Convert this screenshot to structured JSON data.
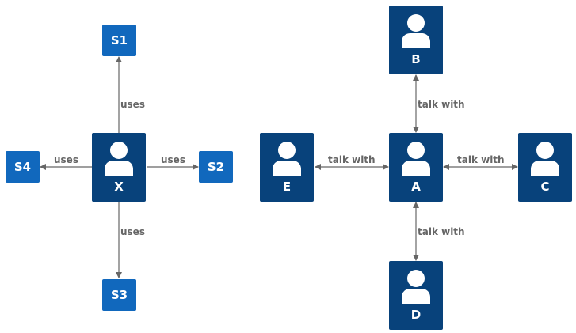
{
  "colors": {
    "person": "#08427b",
    "system": "#1168bd",
    "edge": "#666666",
    "label": "#666666",
    "text": "#ffffff"
  },
  "nodes": {
    "s1": {
      "label": "S1",
      "kind": "system"
    },
    "s2": {
      "label": "S2",
      "kind": "system"
    },
    "s3": {
      "label": "S3",
      "kind": "system"
    },
    "s4": {
      "label": "S4",
      "kind": "system"
    },
    "x": {
      "label": "X",
      "kind": "person",
      "icon": "person-icon"
    },
    "a": {
      "label": "A",
      "kind": "person",
      "icon": "person-icon"
    },
    "b": {
      "label": "B",
      "kind": "person",
      "icon": "person-icon"
    },
    "c": {
      "label": "C",
      "kind": "person",
      "icon": "person-icon"
    },
    "d": {
      "label": "D",
      "kind": "person",
      "icon": "person-icon"
    },
    "e": {
      "label": "E",
      "kind": "person",
      "icon": "person-icon"
    }
  },
  "edges": [
    {
      "from": "x",
      "to": "s1",
      "label": "uses",
      "arrow": "one-way"
    },
    {
      "from": "x",
      "to": "s2",
      "label": "uses",
      "arrow": "one-way"
    },
    {
      "from": "x",
      "to": "s3",
      "label": "uses",
      "arrow": "one-way"
    },
    {
      "from": "x",
      "to": "s4",
      "label": "uses",
      "arrow": "one-way"
    },
    {
      "from": "a",
      "to": "b",
      "label": "talk with",
      "arrow": "two-way"
    },
    {
      "from": "a",
      "to": "c",
      "label": "talk with",
      "arrow": "two-way"
    },
    {
      "from": "a",
      "to": "d",
      "label": "talk with",
      "arrow": "two-way"
    },
    {
      "from": "a",
      "to": "e",
      "label": "talk with",
      "arrow": "two-way"
    }
  ]
}
